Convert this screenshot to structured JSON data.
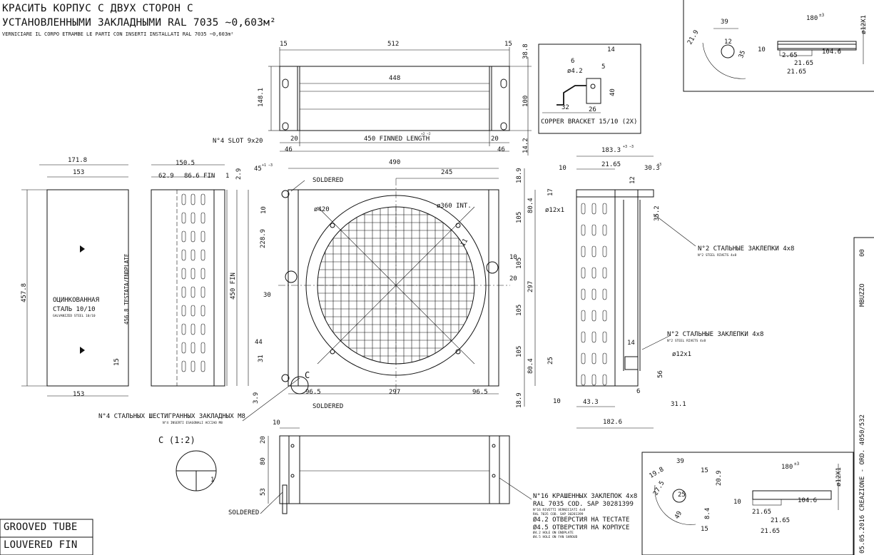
{
  "title": {
    "ru_line1": "КРАСИТЬ КОРПУС С ДВУХ СТОРОН С",
    "ru_line2": "УСТАНОВЛЕННЫМИ ЗАКЛАДНЫМИ RAL 7035 ~0,603м²",
    "it_line": "VERNICIARE IL CORPO ETRAMBE LE PARTI CON INSERTI INSTALLATI RAL 7035 ~0,603m²"
  },
  "top_view": {
    "dim_overall": "512",
    "dim_inner": "448",
    "dim_left_15": "15",
    "dim_right_15": "15",
    "dim_38_8": "38.8",
    "dim_100": "100",
    "dim_14_2": "14.2",
    "dim_148_1": "148.1",
    "dim_20_left": "20",
    "dim_20_right": "20",
    "dim_46_left": "46",
    "dim_46_right": "46",
    "finned_length": "450 FINNED LENGTH",
    "finned_tol": "+2 −2",
    "slot_label": "N°4 SLOT 9x20"
  },
  "bracket": {
    "label": "COPPER BRACKET 15/10 (2X)",
    "d14": "14",
    "d6": "6",
    "d42": "ø4.2",
    "d5": "5",
    "d40": "40",
    "d32": "32",
    "d26": "26"
  },
  "top_right": {
    "d39": "39",
    "d180": "180",
    "d180_tol": "±3",
    "d219": "21.9",
    "d12": "12",
    "d35": "35",
    "d10": "10",
    "d1046": "104.6",
    "d265": "2.65",
    "d2165a": "21.65",
    "d2165b": "21.65",
    "d12x1": "ø12X1"
  },
  "left_view": {
    "d171_8": "171.8",
    "d153_top": "153",
    "d153_bot": "153",
    "d457_8": "457.8",
    "d15": "15",
    "material_ru_1": "ОЦИНКОВАННАЯ",
    "material_ru_2": "СТАЛЬ 10/10",
    "material_en": "GALVANIZED STEEL 10/10"
  },
  "side_view": {
    "d150_5": "150.5",
    "d62_9": "62.9",
    "d86_6": "86.6 FIN",
    "d1": "1",
    "d2_9": "2.9",
    "d456_8": "456.8 TESTATA/ENDPLATE",
    "d3_9": "3.9"
  },
  "front_view": {
    "d490": "490",
    "d245": "245",
    "d45": "45",
    "d45_tol": "+1 −3",
    "soldered_top": "SOLDERED",
    "soldered_bot": "SOLDERED",
    "d10_3": "10",
    "d420": "ø420",
    "d360": "ø360 INT.",
    "d11": "11",
    "d228_9": "228.9",
    "d450_fin": "450 FIN",
    "d30": "30",
    "d44": "44",
    "d31": "31",
    "d96_5a": "96.5",
    "d297": "297",
    "d96_5b": "96.5",
    "d18_9_top": "18.9",
    "d80_4_top": "80.4",
    "d105_a": "105",
    "d10r": "10",
    "d20r": "20",
    "d105_b": "105",
    "d297_v": "297",
    "d105_c": "105",
    "d105_d": "105",
    "d80_4_bot": "80.4",
    "d18_9_bot": "18.9",
    "detail_c": "C",
    "inserts_ru": "N°4 СТАЛЬНЫХ ШЕСТИГРАННЫХ ЗАКЛАДНЫХ М8",
    "inserts_it": "N°4 INSERTI ESAGONALI ACCIAO M8"
  },
  "right_view": {
    "d183_3": "183.3",
    "d183_tol": "+3 −3",
    "d10": "10",
    "d21_65": "21.65",
    "d30_3": "30.3",
    "d30_tol": "+3",
    "d12": "12",
    "d17": "17",
    "d12x1_top": "ø12x1",
    "d35_2": "35.2",
    "rivets_top_ru": "N°2 СТАЛЬНЫЕ ЗАКЛЕПКИ 4x8",
    "rivets_top_en": "N°2 STEEL RIVETS 4x8",
    "rivets_bot_ru": "N°2 СТАЛЬНЫЕ ЗАКЛЕПКИ 4x8",
    "rivets_bot_en": "N°2 STEEL RIVETS 4x8",
    "d14": "14",
    "d12x1_bot": "ø12x1",
    "d25": "25",
    "d56": "56",
    "d6": "6",
    "d10b": "10",
    "d43_3": "43.3",
    "d31_1": "31.1",
    "d182_6": "182.6"
  },
  "bottom_view": {
    "d10": "10",
    "d20": "20",
    "d80": "80",
    "d53": "53",
    "soldered": "SOLDERED",
    "rivets_ru": "N°16 КРАШЕННЫХ ЗАКЛЕПОК 4x8",
    "rivets_ral": "RAL 7035 COD. SAP 30281399",
    "rivets_it1": "N°16 RIVETTI VERNICIATI 4x8",
    "rivets_it2": "RAL 7035 COD. SAP 30281399",
    "holes1_ru": "Ø4.2 ОТВЕРСТИЯ НА ТЕСТАТЕ",
    "holes2_ru": "Ø4.5 ОТВЕРСТИЯ НА КОРПУСЕ",
    "holes1_en": "Ø4.2 HOLE ON ENDPLATE",
    "holes2_en": "Ø4.5 HOLE ON FAN SHROUD"
  },
  "detail_c": {
    "label": "C (1:2)",
    "d1": "1"
  },
  "bottom_right": {
    "d39": "39",
    "d15a": "15",
    "d20_9": "20.9",
    "d19_8": "19.8",
    "d25": "25",
    "d27_5": "27.5",
    "d49": "49",
    "d8_4": "8.4",
    "d15b": "15",
    "d180": "180",
    "d180_tol": "±3",
    "d10": "10",
    "d104_6": "104.6",
    "d21_65a": "21.65",
    "d21_65b": "21.65",
    "d21_65c": "21.65",
    "d12x1": "ø12X1"
  },
  "legend": {
    "line1": "GROOVED TUBE",
    "line2": "LOUVERED FIN"
  },
  "title_block": {
    "date_ord": "05.05.2016 CREAZIONE - ORD. 4050/532",
    "author": "MBUZZO",
    "rev": "00"
  }
}
